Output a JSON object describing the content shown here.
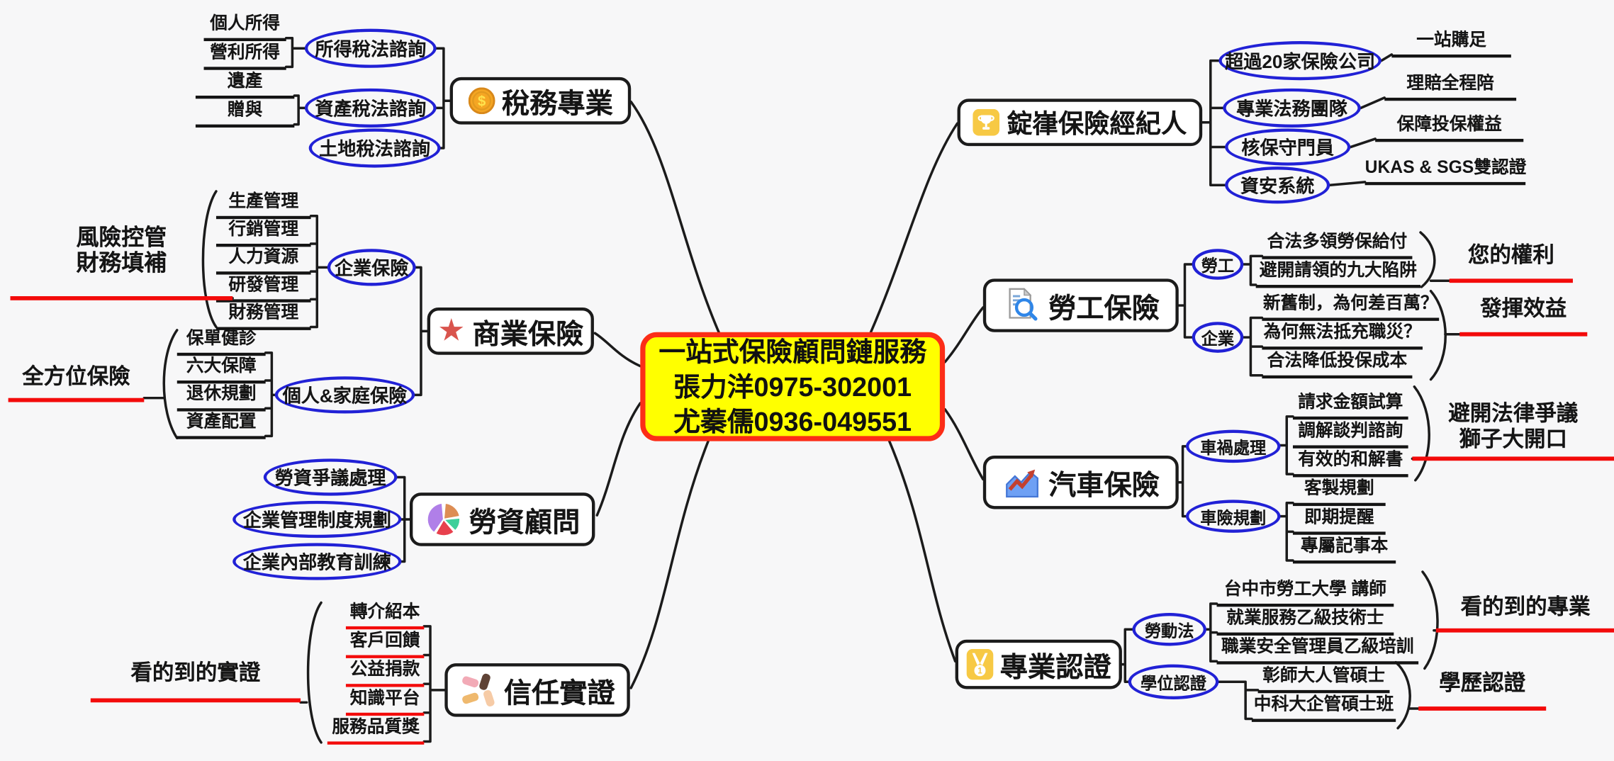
{
  "colors": {
    "canvas_bg": "#f7f7f8",
    "center_fill": "#ffff00",
    "center_border": "#fc2d17",
    "ellipse_border": "#2121d6",
    "underline_black": "#141414",
    "underline_red": "#f30b0b",
    "connector": "#1b1b1b"
  },
  "map": {
    "center": {
      "title": "一站式保險顧問鏈服務",
      "contact1": "張力洋0975-302001",
      "contact2": "尤蓁儒0936-049551"
    },
    "tax": {
      "title": "稅務專業",
      "icon": "dollar-coin",
      "sub": [
        {
          "label": "所得稅法諮詢",
          "items": [
            "個人所得",
            "營利所得"
          ]
        },
        {
          "label": "資產稅法諮詢",
          "items": [
            "遺產",
            "贈與"
          ]
        },
        {
          "label": "土地稅法諮詢",
          "items": []
        }
      ]
    },
    "business": {
      "title": "商業保險",
      "icon": "red-star",
      "sub": [
        {
          "label": "企業保險",
          "items": [
            "生產管理",
            "行銷管理",
            "人力資源",
            "研發管理",
            "財務管理"
          ],
          "callout": {
            "line1": "風險控管",
            "line2": "財務填補"
          }
        },
        {
          "label": "個人&家庭保險",
          "items": [
            "保單健診",
            "六大保障",
            "退休規劃",
            "資產配置"
          ],
          "callout": {
            "line1": "全方位保險"
          }
        }
      ]
    },
    "consult": {
      "title": "勞資顧問",
      "icon": "pie-chart",
      "sub": [
        {
          "label": "勞資爭議處理"
        },
        {
          "label": "企業管理制度規劃"
        },
        {
          "label": "企業內部教育訓練"
        }
      ]
    },
    "trust": {
      "title": "信任實證",
      "icon": "hands",
      "items": [
        "轉介紹本",
        "客戶回饋",
        "公益捐款",
        "知識平台",
        "服務品質獎"
      ],
      "callout": {
        "line1": "看的到的實證"
      }
    },
    "magnum": {
      "title": "錠嵂保險經紀人",
      "icon": "trophy",
      "sub": [
        {
          "label": "超過20家保險公司",
          "note": "一站購足"
        },
        {
          "label": "專業法務團隊",
          "note": "理賠全程陪"
        },
        {
          "label": "核保守門員",
          "note": "保障投保權益"
        },
        {
          "label": "資安系統",
          "note": "UKAS & SGS雙認證"
        }
      ]
    },
    "laborins": {
      "title": "勞工保險",
      "icon": "doc-search",
      "sub": [
        {
          "label": "勞工",
          "items": [
            "合法多領勞保給付",
            "避開請領的九大陷阱"
          ],
          "callout": {
            "line1": "您的權利"
          }
        },
        {
          "label": "企業",
          "items": [
            "新舊制，為何差百萬？",
            "為何無法抵充職災？",
            "合法降低投保成本"
          ],
          "callout": {
            "line1": "發揮效益"
          }
        }
      ]
    },
    "carins": {
      "title": "汽車保險",
      "icon": "trend-chart",
      "sub": [
        {
          "label": "車禍處理",
          "items": [
            "請求金額試算",
            "調解談判諮詢",
            "有效的和解書"
          ],
          "callout": {
            "line1": "避開法律爭議",
            "line2": "獅子大開口"
          }
        },
        {
          "label": "車險規劃",
          "items": [
            "客製規劃",
            "即期提醒",
            "專屬記事本"
          ]
        }
      ]
    },
    "cert": {
      "title": "專業認證",
      "icon": "medal",
      "sub": [
        {
          "label": "勞動法",
          "items": [
            "台中市勞工大學 講師",
            "就業服務乙級技術士",
            "職業安全管理員乙級培訓"
          ],
          "callout": {
            "line1": "看的到的專業"
          }
        },
        {
          "label": "學位認證",
          "items": [
            "彰師大人管碩士",
            "中科大企管碩士班"
          ],
          "callout": {
            "line1": "學歷認證"
          }
        }
      ]
    }
  }
}
